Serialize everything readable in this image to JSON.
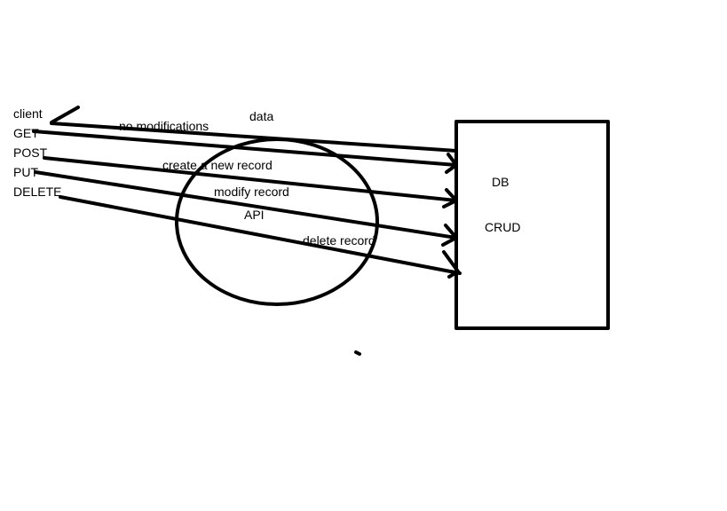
{
  "client": {
    "label": "client",
    "methods": [
      "GET",
      "POST",
      "PUT",
      "DELETE"
    ]
  },
  "annotations": {
    "data": "data",
    "get_desc": "no modifications",
    "post_desc": "create a new record",
    "put_desc": "modify record",
    "delete_desc": "delete record"
  },
  "api": {
    "label": "API"
  },
  "db": {
    "label": "DB",
    "sublabel": "CRUD"
  }
}
